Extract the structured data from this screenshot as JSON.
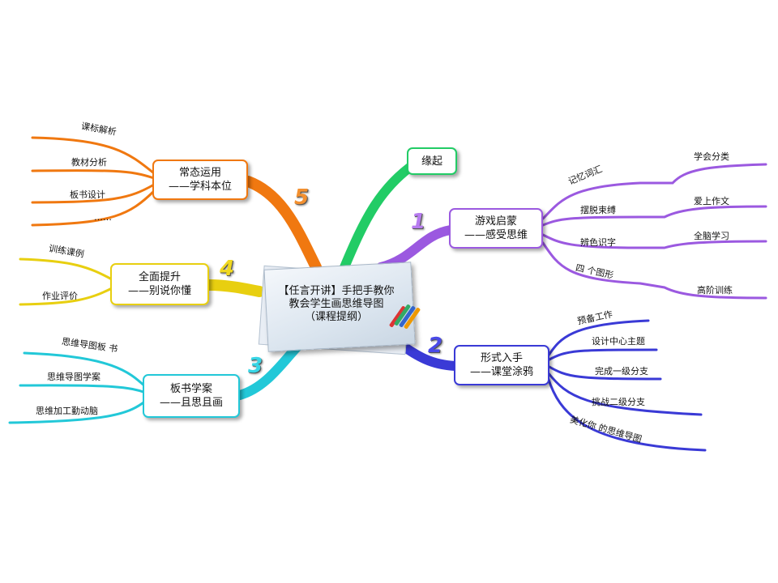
{
  "central": {
    "lines": [
      "【任言开讲】手把手教你",
      "教会学生画思维导图",
      "（课程提纲）"
    ]
  },
  "branches": [
    {
      "id": "origin",
      "number": "",
      "color": "#22cc66",
      "lines": [
        "缘起"
      ],
      "leaves": []
    },
    {
      "id": "b1",
      "number": "1",
      "color": "#9b59e0",
      "lines": [
        "游戏启蒙",
        "——感受思维"
      ],
      "leaves": [
        {
          "text": "记忆词汇",
          "sub": "学会分类"
        },
        {
          "text": "摆脱束缚",
          "sub": "爱上作文"
        },
        {
          "text": "辨色识字",
          "sub": "全脑学习"
        },
        {
          "text": "四 个图形",
          "sub": "高阶训练"
        }
      ]
    },
    {
      "id": "b2",
      "number": "2",
      "color": "#3a3ad6",
      "lines": [
        "形式入手",
        "——课堂涂鸦"
      ],
      "leaves": [
        {
          "text": "预备工作"
        },
        {
          "text": "设计中心主题"
        },
        {
          "text": "完成一级分支"
        },
        {
          "text": "挑战二级分支"
        },
        {
          "text": "美化你 的思维导图"
        }
      ]
    },
    {
      "id": "b3",
      "number": "3",
      "color": "#22c8d8",
      "lines": [
        "板书学案",
        "——且思且画"
      ],
      "leaves": [
        {
          "text": "思维导图板 书"
        },
        {
          "text": "思维导图学案"
        },
        {
          "text": "思维加工勤动脑"
        }
      ]
    },
    {
      "id": "b4",
      "number": "4",
      "color": "#e8cf10",
      "lines": [
        "全面提升",
        "——别说你懂"
      ],
      "leaves": [
        {
          "text": "训练课例"
        },
        {
          "text": "作业评价"
        }
      ]
    },
    {
      "id": "b5",
      "number": "5",
      "color": "#f07810",
      "lines": [
        "常态运用",
        "——学科本位"
      ],
      "leaves": [
        {
          "text": "课标解析"
        },
        {
          "text": "教材分析"
        },
        {
          "text": "板书设计"
        },
        {
          "text": "……"
        }
      ]
    }
  ]
}
